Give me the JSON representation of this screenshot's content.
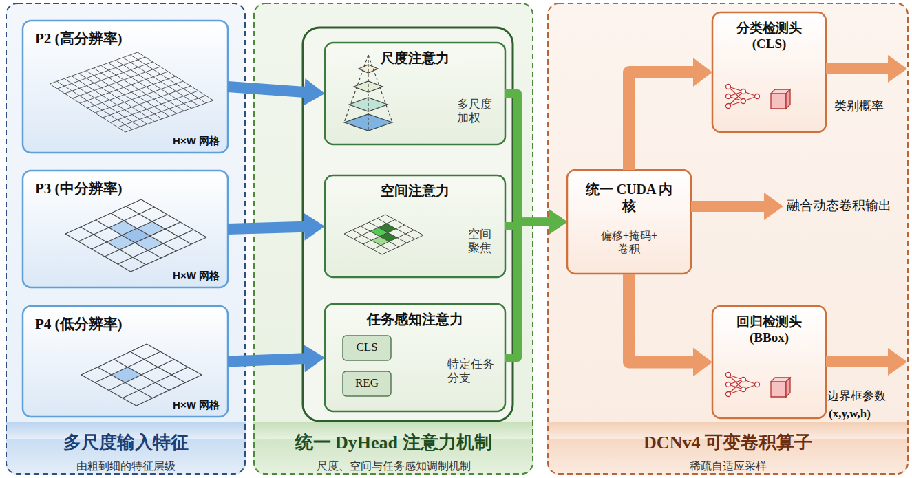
{
  "diagram": {
    "nodes": [
      {
        "text": [
          "多尺度输入特征",
          "由粗到细的特征层级"
        ]
      },
      {
        "text": [
          "P2 (高分辨率)",
          "H×W 网格"
        ],
        "in": 0
      },
      {
        "text": [
          "P3 (中分辨率)",
          "H×W 网格"
        ],
        "in": 0
      },
      {
        "text": [
          "P4 (低分辨率)",
          "H×W 网格"
        ],
        "in": 0
      },
      {
        "text": [
          "统一 DyHead 注意力机制",
          "尺度、空间与任务感知调制机制"
        ]
      },
      {
        "text": [
          "尺度注意力",
          "多尺度 加权"
        ],
        "in": 4
      },
      {
        "text": [
          "空间注意力",
          "空间 聚焦"
        ],
        "in": 4
      },
      {
        "text": [
          "任务感知注意力",
          "特定任务 分支"
        ],
        "in": 4
      },
      {
        "text": [
          "CLS"
        ],
        "in": 7
      },
      {
        "text": [
          "REG"
        ],
        "in": 7
      },
      {
        "text": [
          "DCNv4 可变卷积算子",
          "稀疏自适应采样"
        ]
      },
      {
        "text": [
          "统一 CUDA 内核",
          "偏移+掩码+ 卷积"
        ],
        "in": 10
      },
      {
        "text": [
          "分类检测头 (CLS)"
        ],
        "in": 10
      },
      {
        "text": [
          "回归检测头 (BBox)"
        ],
        "in": 10
      }
    ],
    "edges": [
      {
        "from": 1,
        "to": 5,
        "arrow": "to"
      },
      {
        "from": 2,
        "to": 6,
        "arrow": "to"
      },
      {
        "from": 3,
        "to": 7,
        "arrow": "to"
      },
      {
        "from": 5,
        "to": 11,
        "arrow": "to"
      },
      {
        "from": 6,
        "to": 11,
        "arrow": "to"
      },
      {
        "from": 7,
        "to": 11,
        "arrow": "to"
      },
      {
        "from": 11,
        "to": 12,
        "arrow": "to"
      },
      {
        "from": 11,
        "to": 13,
        "arrow": "to"
      }
    ],
    "labels": [
      "类别概率",
      "融合动态卷积输出",
      "边界框参数",
      "(x,y,w,h)"
    ]
  }
}
